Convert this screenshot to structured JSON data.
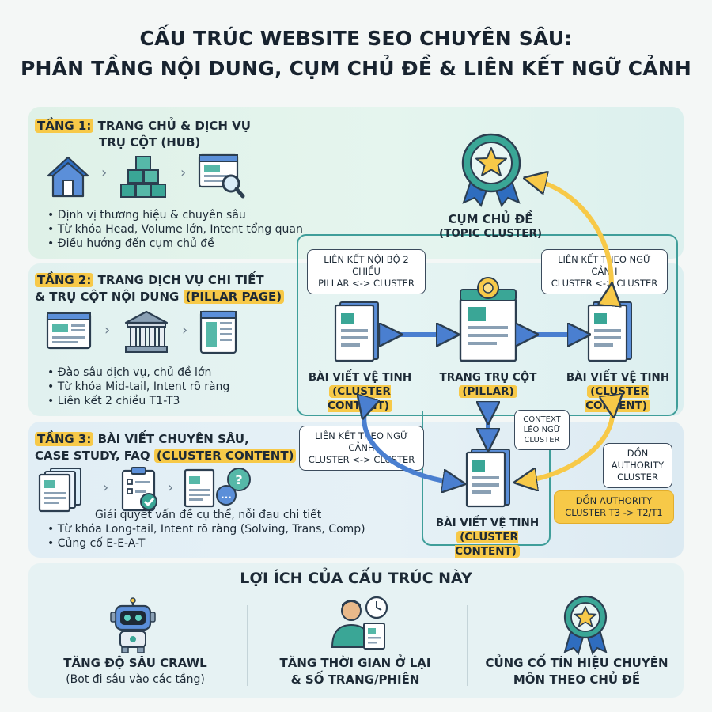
{
  "title": {
    "line1": "CẤU TRÚC WEBSITE SEO CHUYÊN SÂU:",
    "line2": "PHÂN TẦNG NỘI DUNG, CỤM CHỦ ĐỀ & LIÊN KẾT NGỮ CẢNH"
  },
  "tier1": {
    "tag": "TẦNG 1:",
    "heading_a": "TRANG CHỦ & DỊCH VỤ",
    "heading_b": "TRỤ CỘT (HUB)",
    "bullets": [
      "Định vị thương hiệu & chuyên sâu",
      "Từ khóa Head, Volume lớn, Intent tổng quan",
      "Điều hướng đến cụm chủ đề"
    ],
    "icons": [
      "home-icon",
      "boxes-icon",
      "web-search-icon"
    ]
  },
  "tier2": {
    "tag": "TẦNG 2:",
    "heading_a": "TRANG DỊCH VỤ CHI TIẾT",
    "heading_b": "& TRỤ CỘT NỘI DUNG",
    "heading_hl": "(PILLAR PAGE)",
    "bullets": [
      "Đào sâu dịch vụ, chủ đề lớn",
      "Từ khóa Mid-tail, Intent rõ ràng",
      "Liên kết 2 chiều T1-T3"
    ],
    "icons": [
      "webpage-icon",
      "pillar-building-icon",
      "layout-icon"
    ]
  },
  "tier3": {
    "tag": "TẦNG 3:",
    "heading_a": "BÀI VIẾT CHUYÊN SÂU,",
    "heading_b": "CASE STUDY, FAQ",
    "heading_hl": "(CLUSTER CONTENT)",
    "bullets": [
      "Giải quyết vấn đề cụ thể, nỗi đau chi tiết",
      "Từ khóa Long-tail, Intent rõ ràng (Solving, Trans, Comp)",
      "Củng cố E-E-A-T"
    ],
    "icons": [
      "documents-icon",
      "checklist-icon",
      "faq-icon"
    ]
  },
  "cluster": {
    "title": "CỤM CHỦ ĐỀ",
    "subtitle": "(TOPIC CLUSTER)",
    "bubble_left": [
      "LIÊN KẾT NỘI BỘ 2 CHIỀU",
      "PILLAR <-> CLUSTER"
    ],
    "bubble_right": [
      "LIÊN KẾT THEO NGỮ CẢNH",
      "CLUSTER <-> CLUSTER"
    ],
    "bubble_bottom_left": [
      "LIÊN KẾT THEO NGỮ CẢNH",
      "CLUSTER <-> CLUSTER"
    ],
    "bubble_context": [
      "CONTEXT",
      "LÉO NGỮ",
      "CLUSTER"
    ],
    "bubble_authority": [
      "DỒN",
      "AUTHORITY",
      "CLUSTER"
    ],
    "bubble_authority_yellow": [
      "DỒN AUTHORITY",
      "CLUSTER T3 -> T2/T1"
    ],
    "left_doc": {
      "title": "BÀI VIẾT VỆ TINH",
      "sub": "(CLUSTER CONTENT)"
    },
    "pillar_doc": {
      "title": "TRANG TRỤ CỘT",
      "sub": "(PILLAR)"
    },
    "right_doc": {
      "title": "BÀI VIẾT VỆ TINH",
      "sub": "(CLUSTER CONTENT)"
    },
    "bottom_doc": {
      "title": "BÀI VIẾT VỆ TINH",
      "sub": "(CLUSTER CONTENT)"
    }
  },
  "benefits": {
    "heading": "LỢI ÍCH CỦA CẤU TRÚC NÀY",
    "items": [
      {
        "icon": "robot-icon",
        "title": "TĂNG ĐỘ SÂU CRAWL",
        "sub": "(Bot đi sâu vào các tầng)"
      },
      {
        "icon": "user-clock-icon",
        "title": "TĂNG THỜI GIAN Ở LẠI",
        "sub": "& SỐ TRANG/PHIÊN"
      },
      {
        "icon": "badge-icon",
        "title": "CỦNG CỐ TÍN HIỆU CHUYÊN",
        "sub": "MÔN THEO CHỦ ĐỀ"
      }
    ]
  },
  "colors": {
    "accent_yellow": "#f7c948",
    "teal": "#3f9e9a",
    "blue_arrow": "#4a7fd0",
    "dark": "#1d2a36"
  }
}
